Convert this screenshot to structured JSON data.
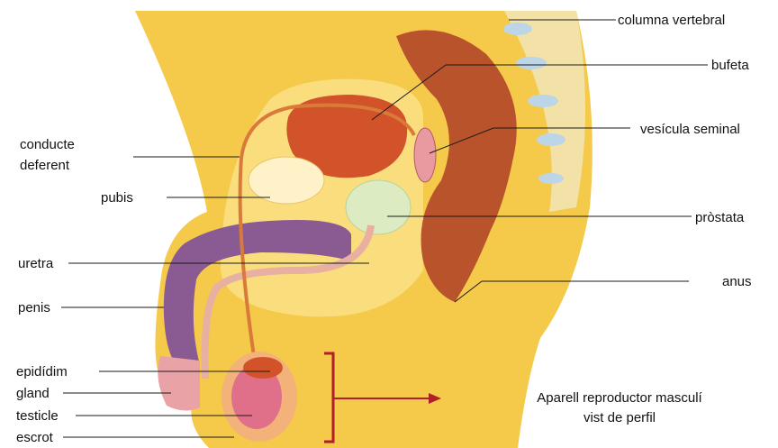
{
  "labels": {
    "columna_vertebral": "columna vertebral",
    "bufeta": "bufeta",
    "vesicula_seminal": "vesícula seminal",
    "conducte_deferent_1": "conducte",
    "conducte_deferent_2": "deferent",
    "pubis": "pubis",
    "prostata": "pròstata",
    "uretra": "uretra",
    "anus": "anus",
    "penis": "penis",
    "epididim": "epidídim",
    "gland": "gland",
    "testicle": "testicle",
    "escrot": "escrot"
  },
  "caption": {
    "line1": "Aparell reproductor masculí",
    "line2": "vist de perfil"
  },
  "colors": {
    "body_yellow": "#f5c94a",
    "body_light": "#fbe38a",
    "bladder": "#d2532a",
    "rectum": "#b8532c",
    "penis_purple": "#8a5a92",
    "testicle_pink": "#e0708a",
    "bracket_arrow": "#b0202a"
  }
}
